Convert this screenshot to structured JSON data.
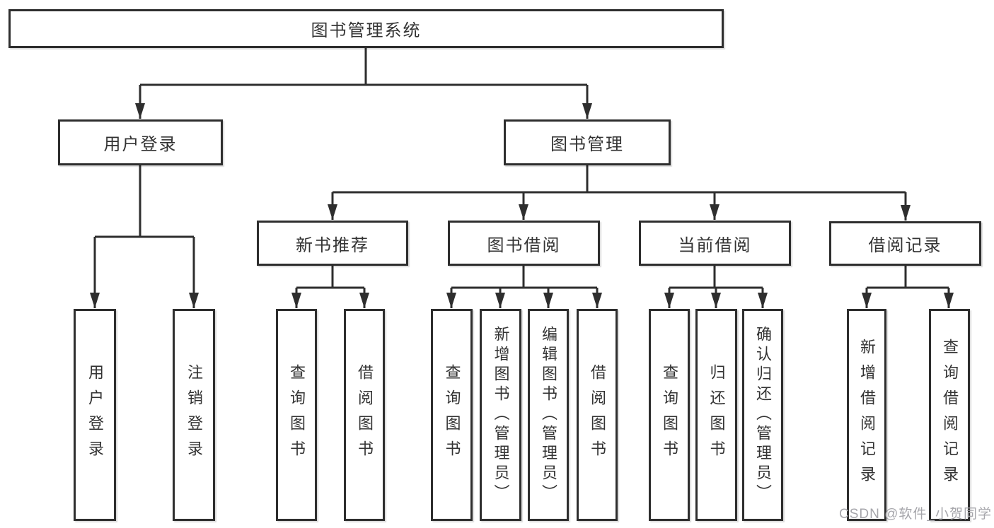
{
  "nodes": {
    "root": "图书管理系统",
    "user_login": "用户登录",
    "book_mgmt": "图书管理",
    "new_book_rec": "新书推荐",
    "book_borrow": "图书借阅",
    "current_borrow": "当前借阅",
    "borrow_record": "借阅记录",
    "leaf_user_login": "用户登录",
    "leaf_logout": "注销登录",
    "leaf_nbr_query_book": "查询图书",
    "leaf_nbr_borrow_book": "借阅图书",
    "leaf_bb_query_book": "查询图书",
    "leaf_bb_add_book": "新增图书（管理员）",
    "leaf_bb_edit_book": "编辑图书（管理员）",
    "leaf_bb_borrow_book": "借阅图书",
    "leaf_cb_query_book": "查询图书",
    "leaf_cb_return_book": "归还图书",
    "leaf_cb_confirm_return": "确认归还（管理员）",
    "leaf_br_add_record": "新增借阅记录",
    "leaf_br_query_record": "查询借阅记录"
  },
  "watermark": "CSDN @软件_小贺同学",
  "colors": {
    "line": "#2e2e2e",
    "box_border": "#2e2e2e",
    "text": "#333333",
    "watermark": "#a6a6ab",
    "background": "#ffffff"
  }
}
